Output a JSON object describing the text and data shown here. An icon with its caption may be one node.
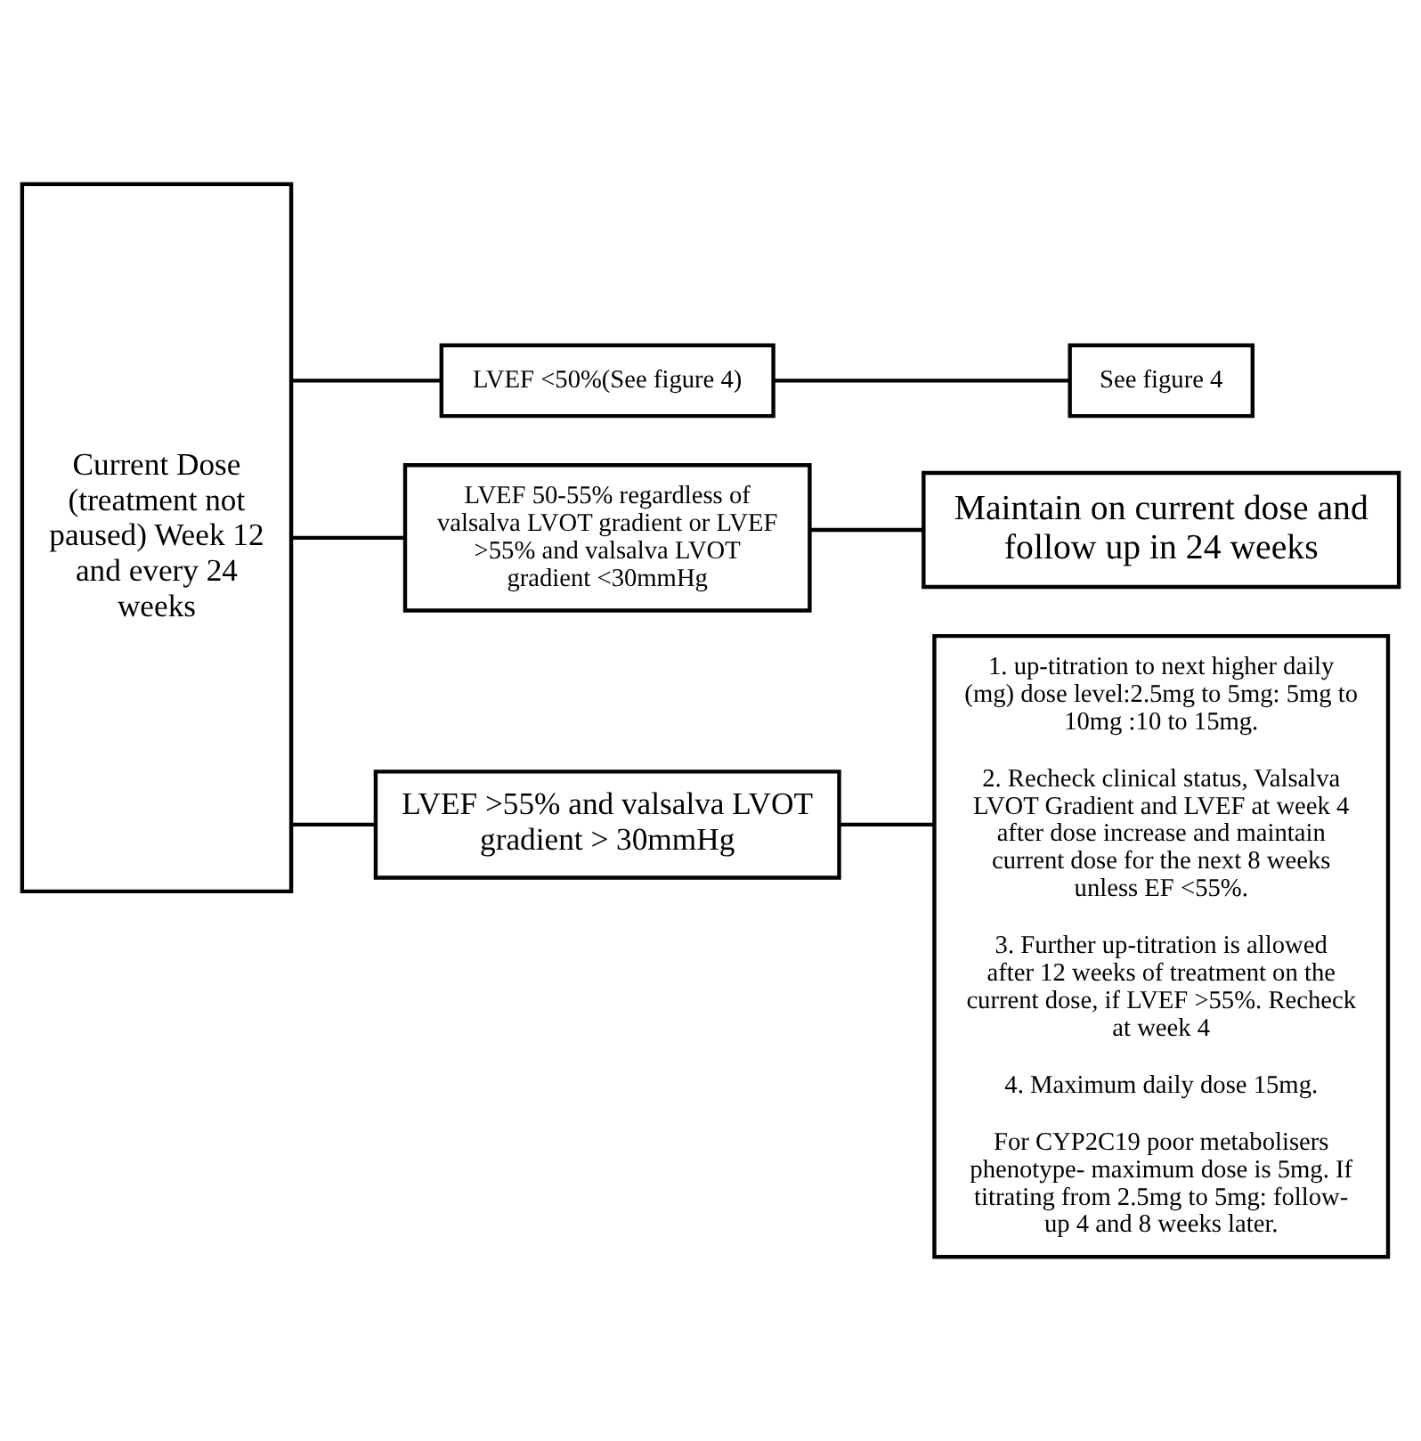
{
  "diagram": {
    "nodes": [
      {
        "text": [
          "Current Dose (treatment not paused) Week 12 and every 24 weeks"
        ]
      },
      {
        "text": [
          "LVEF <50%(See figure 4)"
        ]
      },
      {
        "text": [
          "See figure 4"
        ]
      },
      {
        "text": [
          "LVEF 50-55% regardless of valsalva LVOT gradient or LVEF >55% and valsalva LVOT gradient <30mmHg"
        ]
      },
      {
        "text": [
          "Maintain on current dose and follow up in 24 weeks"
        ]
      },
      {
        "text": [
          "LVEF >55% and valsalva LVOT gradient > 30mmHg"
        ]
      },
      {
        "text": [
          "1. up-titration to next higher daily (mg) dose level:2.5mg to 5mg: 5mg to 10mg :10 to 15mg.",
          "2. Recheck clinical status, Valsalva LVOT Gradient and LVEF at week 4 after dose increase and maintain current dose for the next 8 weeks unless EF <55%.",
          "3. Further up-titration is allowed after 12 weeks of treatment on the current dose, if LVEF >55%. Recheck at week 4",
          "4. Maximum daily dose 15mg.",
          "For CYP2C19 poor metabolisers phenotype- maximum dose is 5mg. If titrating from 2.5mg to 5mg: follow-up 4 and 8 weeks later."
        ]
      }
    ],
    "edges": [
      {
        "from": 0,
        "to": 1,
        "arrow": "none"
      },
      {
        "from": 0,
        "to": 3,
        "arrow": "none"
      },
      {
        "from": 0,
        "to": 5,
        "arrow": "none"
      },
      {
        "from": 1,
        "to": 2,
        "arrow": "none"
      },
      {
        "from": 3,
        "to": 4,
        "arrow": "none"
      },
      {
        "from": 5,
        "to": 6,
        "arrow": "none"
      }
    ]
  }
}
